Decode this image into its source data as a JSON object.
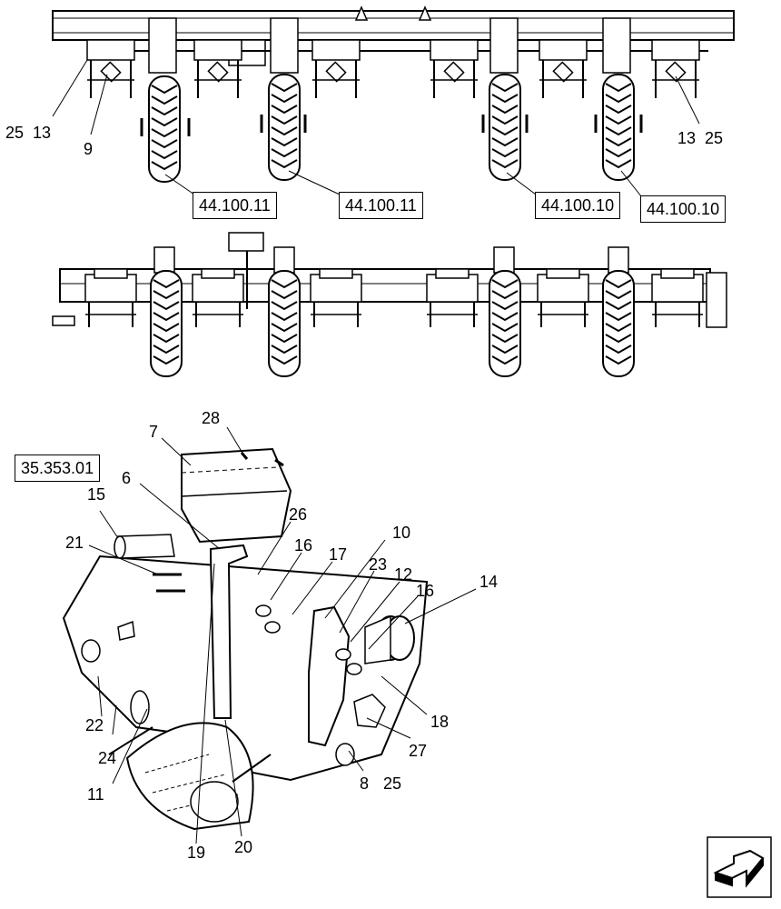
{
  "references": {
    "top_left_1": "44.100.11",
    "top_left_2": "44.100.11",
    "top_right_1": "44.100.10",
    "top_right_2": "44.100.10",
    "detail_ref": "35.353.01"
  },
  "callouts": {
    "c25_left": "25",
    "c13_left": "13",
    "c9": "9",
    "c13_right": "13",
    "c25_right": "25",
    "c28": "28",
    "c7": "7",
    "c6": "6",
    "c15": "15",
    "c26": "26",
    "c21": "21",
    "c16a": "16",
    "c17": "17",
    "c10": "10",
    "c23": "23",
    "c12": "12",
    "c16b": "16",
    "c14": "14",
    "c22": "22",
    "c24": "24",
    "c18": "18",
    "c27": "27",
    "c11": "11",
    "c8": "8",
    "c25_bottom": "25",
    "c19": "19",
    "c20": "20"
  },
  "nav_icon": "next-page-arrow-icon"
}
